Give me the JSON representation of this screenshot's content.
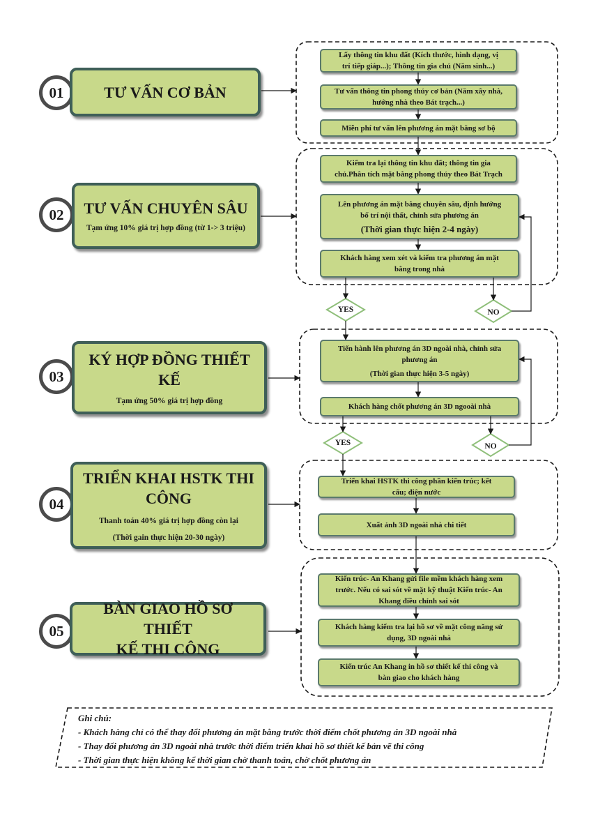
{
  "stages": [
    {
      "num": "01",
      "title_lines": [
        "TƯ VẤN CƠ BẢN"
      ],
      "sub_lines": []
    },
    {
      "num": "02",
      "title_lines": [
        "TƯ VẤN CHUYÊN SÂU"
      ],
      "sub_lines": [
        "Tạm ứng 10% giá trị hợp đồng (từ 1-> 3 triệu)"
      ]
    },
    {
      "num": "03",
      "title_lines": [
        "KÝ HỢP ĐỒNG THIẾT",
        "KẾ"
      ],
      "sub_lines": [
        "Tạm ứng 50% giá trị hợp đồng"
      ]
    },
    {
      "num": "04",
      "title_lines": [
        "TRIỂN KHAI HSTK THI",
        "CÔNG"
      ],
      "sub_lines": [
        "Thanh toán 40% giá trị hợp đồng còn lại",
        "(Thời gain thực hiện 20-30 ngày)"
      ]
    },
    {
      "num": "05",
      "title_lines": [
        "BÀN GIAO HỒ SƠ THIẾT",
        "KẾ THI CÔNG"
      ],
      "sub_lines": []
    }
  ],
  "steps": [
    {
      "lines": [
        "Lấy thông tin khu đất (Kích thước, hình dạng, vị",
        "trí tiếp giáp...); Thông tin gia chủ (Năm sinh...)"
      ]
    },
    {
      "lines": [
        "Tư vấn thông tin phong thủy cơ bản (Năm xây nhà,",
        "hướng nhà theo Bát trạch...)"
      ]
    },
    {
      "lines": [
        "Miễn phí tư vấn lên phương án mặt bằng sơ bộ"
      ]
    },
    {
      "lines": [
        "Kiểm tra lại thông tin khu đất; thông tin gia",
        "chủ.Phân tích mặt bằng phong thủy theo Bát Trạch"
      ]
    },
    {
      "lines": [
        "Lên phương án mặt bằng chuyên sâu, định hướng",
        "bố trí nội thất, chỉnh sửa phương án",
        "",
        "(Thời gian thực hiện 2-4 ngày)"
      ]
    },
    {
      "lines": [
        "Khách hàng xem xét và kiểm tra phương án mặt",
        "bằng trong nhà"
      ]
    },
    {
      "lines": [
        "Tiến hành lên phương án 3D ngoài nhà, chỉnh sửa",
        "phương án",
        "",
        "(Thời gian thực hiện 3-5 ngày)"
      ]
    },
    {
      "lines": [
        "Khách hàng chốt phương án 3D ngooài nhà"
      ]
    },
    {
      "lines": [
        "Triển khai HSTK thi công phần kiến trúc; kết",
        "cấu; điện nước"
      ]
    },
    {
      "lines": [
        "Xuất ảnh 3D ngoài nhà chi tiết"
      ]
    },
    {
      "lines": [
        "Kiến trúc- An Khang gửi file mềm khách hàng xem",
        "trước. Nếu có sai sót về mặt kỹ thuật Kiến trúc- An",
        "Khang điều chỉnh sai sót"
      ]
    },
    {
      "lines": [
        "Khách hàng kiểm tra lại hồ sơ về mặt công năng sử",
        "dụng, 3D ngoài nhà"
      ]
    },
    {
      "lines": [
        "Kiến trúc An Khang in hồ sơ thiết kế thi công và",
        "bàn giao cho khách hàng"
      ]
    }
  ],
  "decisions": [
    "YES",
    "NO",
    "YES",
    "NO"
  ],
  "notes": {
    "title": "Ghi chú:",
    "lines": [
      "- Khách hàng chỉ có thể thay đổi phương án mặt bằng trước thời điểm chốt phương án 3D ngoài nhà",
      "- Thay đổi phương án 3D ngoài nhà trước thời điểm triển khai hồ sơ thiết kế bản vẽ thi công",
      "- Thời gian thực hiện không kể thời gian chờ thanh toán, chờ chốt phương án"
    ]
  },
  "colors": {
    "box_fill": "#c8d98a",
    "stage_border": "#3f5f58",
    "box_border": "#5b7a6c",
    "line": "#1a1a1a",
    "yes_no_border": "#8fbf7a"
  }
}
